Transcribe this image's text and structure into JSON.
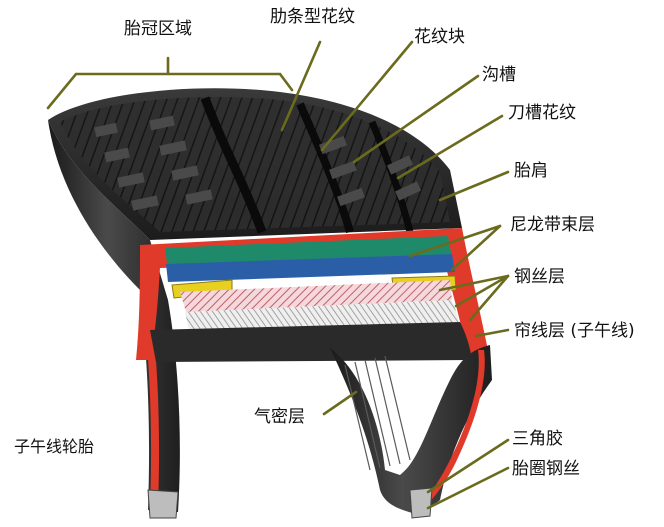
{
  "labels": {
    "crown": "胎冠区域",
    "rib": "肋条型花纹",
    "block": "花纹块",
    "groove": "沟槽",
    "sipe": "刀槽花纹",
    "shoulder": "胎肩",
    "nylon": "尼龙带束层",
    "steel": "钢丝层",
    "ply": "帘线层 (子午线)",
    "liner": "气密层",
    "apex": "三角胶",
    "bead": "胎圈钢丝",
    "caption": "子午线轮胎"
  },
  "colors": {
    "rubber": "#2b2b2b",
    "tread_dark": "#141414",
    "red_layer": "#e03a2a",
    "nylon_green": "#1f8a6a",
    "nylon_blue": "#2a5fa8",
    "steel_yellow": "#e8d020",
    "ply_pink": "#e8a0a8",
    "leader_line": "#6b6b1e"
  }
}
